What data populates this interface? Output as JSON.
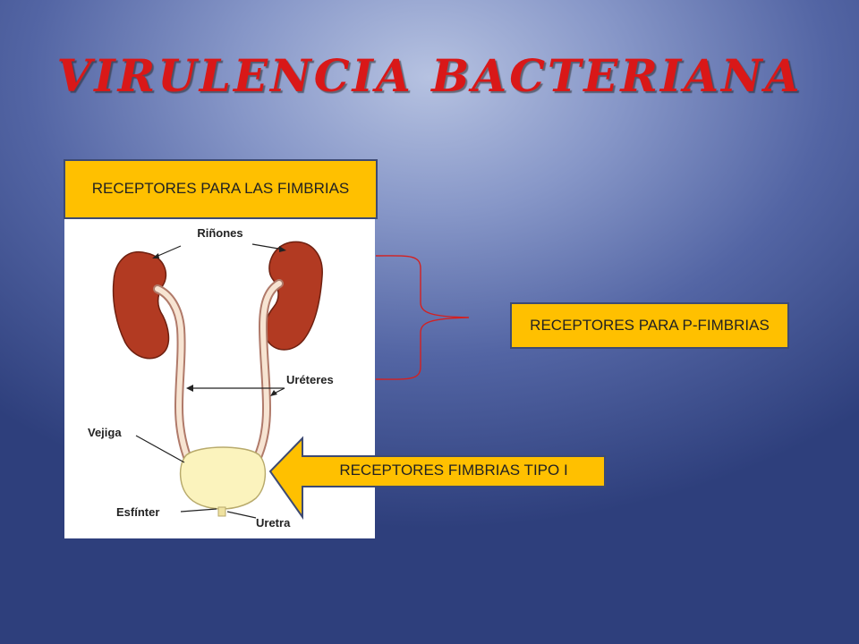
{
  "slide": {
    "title": "VIRULENCIA BACTERIANA",
    "receptors_fimbrias_label": "RECEPTORES PARA LAS FIMBRIAS",
    "receptors_p_fimbrias_label": "RECEPTORES PARA P-FIMBRIAS",
    "receptors_tipo_i_label": "RECEPTORES FIMBRIAS TIPO I"
  },
  "diagram": {
    "labels": {
      "kidneys": "Riñones",
      "ureters": "Uréteres",
      "bladder": "Vejiga",
      "sphincter": "Esfínter",
      "urethra": "Uretra"
    }
  },
  "colors": {
    "title": "#d91818",
    "box_fill": "#ffc000",
    "bracket": "#d42020",
    "kidney": "#b23a22",
    "bladder": "#fbf3bd"
  }
}
